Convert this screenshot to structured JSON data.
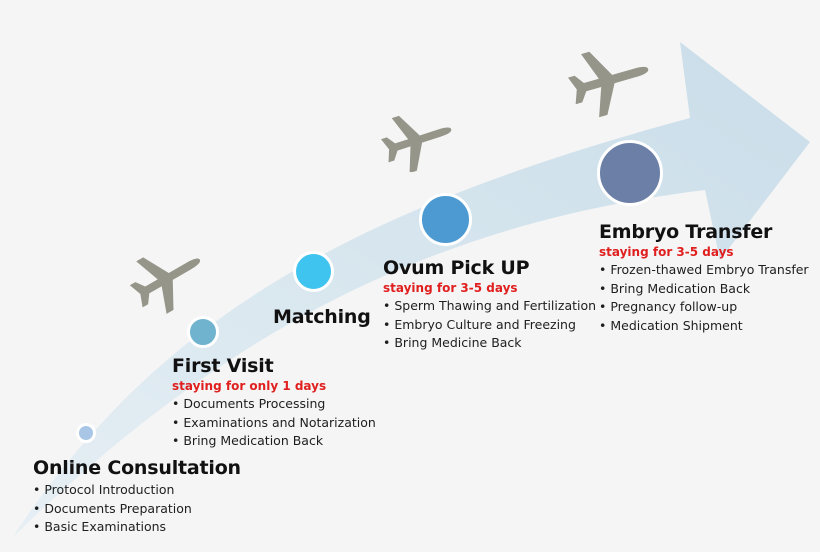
{
  "colors": {
    "background": "#f5f5f5",
    "arrow": "#d3e4ee",
    "plane": "#959589",
    "stay_text": "#e01f1f",
    "dot_1": "#a9c6e6",
    "dot_2": "#6fb3cf",
    "dot_3": "#3fc3ef",
    "dot_4": "#4d9ad2",
    "dot_5": "#6b7fa7"
  },
  "icons": [
    "airplane-icon",
    "airplane-icon",
    "airplane-icon",
    "airplane-icon"
  ],
  "steps": [
    {
      "title": "Online Consultation",
      "stay": "",
      "items": [
        "Protocol Introduction",
        "Documents Preparation",
        "Basic Examinations"
      ]
    },
    {
      "title": "First Visit",
      "stay": "staying for only 1 days",
      "items": [
        "Documents Processing",
        "Examinations and Notarization",
        "Bring Medication Back"
      ]
    },
    {
      "title": "Matching",
      "stay": "",
      "items": []
    },
    {
      "title": "Ovum Pick UP",
      "stay": "staying for 3-5 days",
      "items": [
        "Sperm Thawing and Fertilization",
        "Embryo Culture and Freezing",
        "Bring Medicine Back"
      ]
    },
    {
      "title": "Embryo Transfer",
      "stay": "staying for 3-5 days",
      "items": [
        "Frozen-thawed Embryo Transfer",
        "Bring Medication Back",
        "Pregnancy follow-up",
        "Medication Shipment"
      ]
    }
  ]
}
